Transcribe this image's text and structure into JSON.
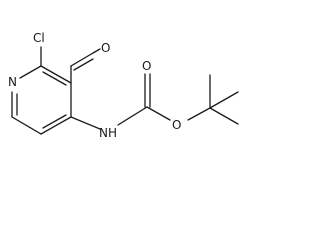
{
  "molecule": {
    "atoms": {
      "ring_nitrogen": "N",
      "chlorine": "Cl",
      "aldehyde_oxygen": "O",
      "carbamate_nh": "NH",
      "carbonyl_oxygen": "O",
      "ester_oxygen": "O"
    }
  },
  "colors": {
    "ink": "#1a1a1a",
    "background": "#ffffff"
  }
}
